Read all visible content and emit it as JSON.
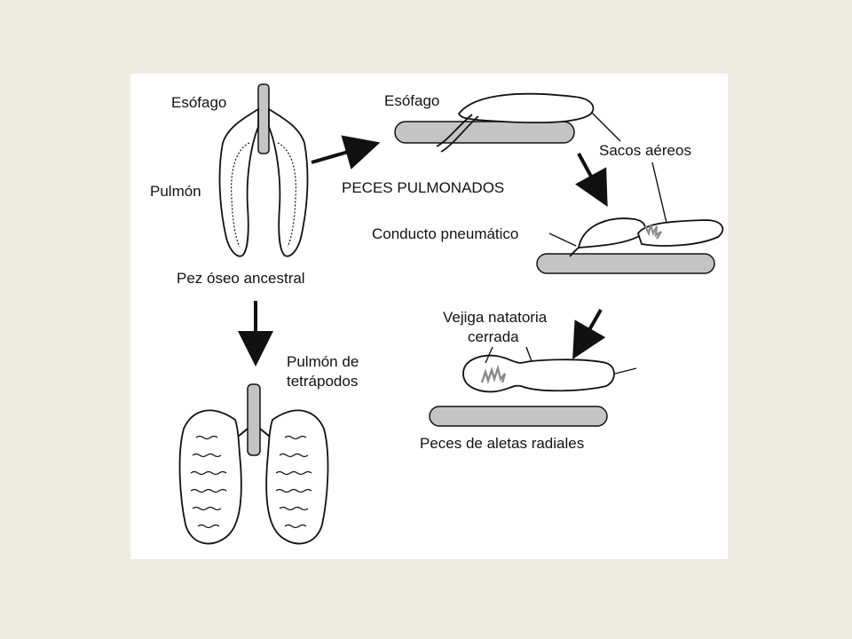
{
  "figure": {
    "labels": {
      "esofago_left": "Esófago",
      "pulmon": "Pulmón",
      "pez_oseo": "Pez óseo ancestral",
      "esofago_right": "Esófago",
      "peces_pulmonados": "PECES PULMONADOS",
      "sacos_aereos": "Sacos aéreos",
      "conducto": "Conducto pneumático",
      "vejiga_line1": "Vejiga natatoria",
      "vejiga_line2": "cerrada",
      "pulmon_tetra_line1": "Pulmón de",
      "pulmon_tetra_line2": "tetrápodos",
      "peces_aletas": "Peces de aletas radiales"
    },
    "colors": {
      "background": "#eeebe2",
      "panel": "#ffffff",
      "ink": "#111111",
      "tube": "#c4c4c4",
      "tissue": "#8a8a8a"
    }
  }
}
